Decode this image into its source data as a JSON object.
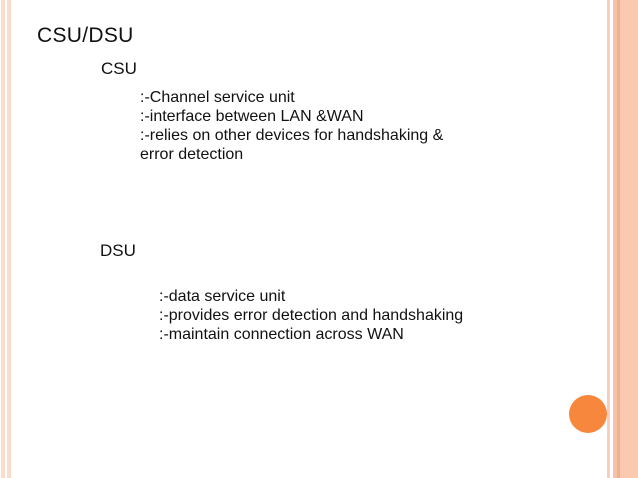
{
  "slide": {
    "title": "CSU/DSU",
    "sections": [
      {
        "heading": "CSU",
        "lines": [
          ":-Channel service unit",
          ":-interface between LAN &WAN",
          ":-relies on other devices for handshaking &",
          "error detection"
        ]
      },
      {
        "heading": "DSU",
        "lines": [
          ":-data service unit",
          ":-provides error detection and handshaking",
          ":-maintain connection across WAN"
        ]
      }
    ]
  },
  "theme": {
    "colors": {
      "accent-orange": "#F6873C",
      "stripe-light": "#F8DCCC",
      "stripe-right-1": "#F7CFBC",
      "stripe-right-2": "#F5C3A9",
      "stripe-right-dark": "#EFB191",
      "stripe-right-band": "#FBC9B0",
      "text": "#111111"
    }
  }
}
